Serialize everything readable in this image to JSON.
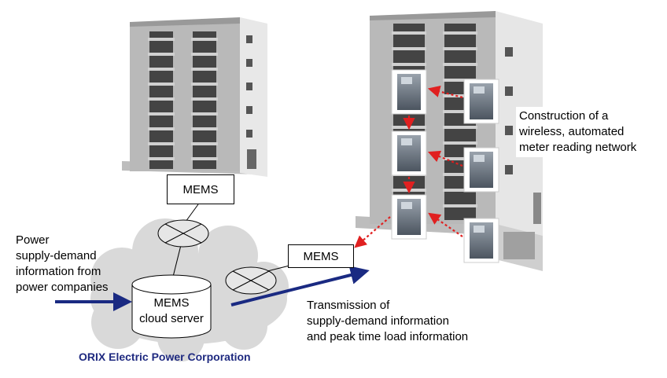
{
  "labels": {
    "mems_left": "MEMS",
    "mems_right": "MEMS",
    "cloud_server": [
      "MEMS",
      "cloud server"
    ],
    "power_info": [
      "Power",
      "supply-demand",
      "information from",
      "power companies"
    ],
    "wireless": [
      "Construction of a",
      "wireless, automated",
      "meter reading network"
    ],
    "transmission": [
      "Transmission of",
      "supply-demand information",
      "and peak time load information"
    ],
    "organization": "ORIX Electric Power Corporation"
  },
  "colors": {
    "arrow_blue": "#1a2a82",
    "dotted_red": "#e02020",
    "org_text": "#1f2a80",
    "cloud_fill": "#d9d9d9"
  },
  "icons": [
    "apartment-building-icon",
    "meter-icon",
    "router-icon",
    "database-cylinder-icon",
    "cloud-icon"
  ]
}
